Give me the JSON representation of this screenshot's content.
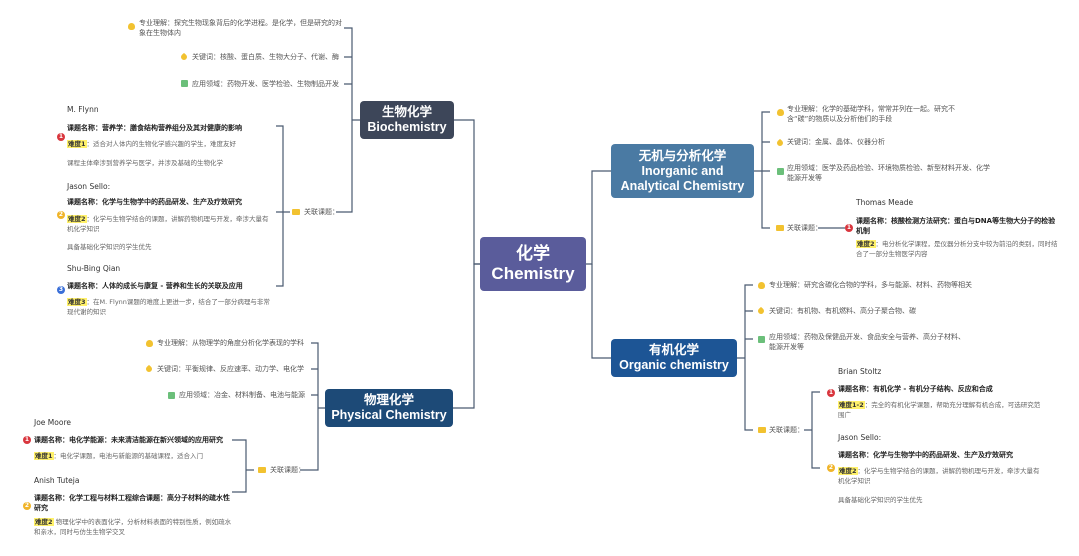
{
  "root": {
    "zh": "化学",
    "en": "Chemistry",
    "color": "#5a5c9b"
  },
  "branches": {
    "biochem": {
      "zh": "生物化学",
      "en": "Biochemistry",
      "color": "#3d4659",
      "understanding": "专业理解：探究生物现象背后的化学进程。是化学，但是研究的对象在生物体内",
      "keywords": "关键词：核酸、蛋白质、生物大分子、代谢、酶",
      "applications": "应用领域：药物开发、医学检验、生物制品开发",
      "related_label": "关联课题：",
      "courses": [
        {
          "teacher": "M. Flynn",
          "title": "课题名称：营养学：膳食结构营养组分及其对健康的影响",
          "difficulty_label": "难度1",
          "difficulty_text": "：适合对人体内的生物化学感兴趣的学生，难度友好",
          "note": "课程主体牵涉到营养学与医学，并涉及基础的生物化学",
          "priority": "1",
          "priority_color": "#d9363e"
        },
        {
          "teacher": "Jason Sello:",
          "title": "课题名称：化学与生物学中的药品研发、生产及疗效研究",
          "difficulty_label": "难度2",
          "difficulty_text": "：化学与生物学结合的课题，讲解药物机理与开发，牵涉大量有机化学知识",
          "note": "具备基础化学知识的学生优先",
          "priority": "2",
          "priority_color": "#f0b429"
        },
        {
          "teacher": "Shu-Bing Qian",
          "title": "课题名称：人体的成长与康复 - 营养和生长的关联及应用",
          "difficulty_label": "难度3",
          "difficulty_text": "：在M. Flynn课题的难度上更进一步，结合了一部分病理与非常现代谢的知识",
          "note": "",
          "priority": "3",
          "priority_color": "#3a6fd8"
        }
      ]
    },
    "inorganic": {
      "zh": "无机与分析化学",
      "en1": "Inorganic and",
      "en2": "Analytical Chemistry",
      "color": "#4a7aa3",
      "understanding": "专业理解：化学的基础学科，常常并列在一起。研究不含“碳”的物质以及分析他们的手段",
      "keywords": "关键词：金属、晶体、仪器分析",
      "applications": "应用领域：医学及药品检验、环境物质检验、新型材料开发、化学能源开发等",
      "related_label": "关联课题：",
      "courses": [
        {
          "teacher": "Thomas Meade",
          "title": "课题名称：核酸检测方法研究：蛋白与DNA等生物大分子的检验机制",
          "difficulty_label": "难度2",
          "difficulty_text": "：电分析化学课程，是仪器分析分支中较为前沿的类别，同时结合了一部分生物医学内容",
          "priority": "1",
          "priority_color": "#d9363e"
        }
      ]
    },
    "organic": {
      "zh": "有机化学",
      "en": "Organic chemistry",
      "color": "#1d5595",
      "understanding": "专业理解：研究含碳化合物的学科，多与能源、材料、药物等相关",
      "keywords": "关键词：有机物、有机燃料、高分子聚合物、碳",
      "applications": "应用领域：药物及保健品开发、食品安全与营养、高分子材料、能源开发等",
      "related_label": "关联课题：",
      "courses": [
        {
          "teacher": "Brian Stoltz",
          "title": "课题名称：有机化学 - 有机分子结构、反应和合成",
          "difficulty_label": "难度1-2",
          "difficulty_text": "：完全的有机化学课题，帮助充分理解有机合成，可选研究范围广",
          "note": "",
          "priority": "1",
          "priority_color": "#d9363e"
        },
        {
          "teacher": "Jason Sello:",
          "title": "课题名称：化学与生物学中的药品研发、生产及疗效研究",
          "difficulty_label": "难度2",
          "difficulty_text": "：化学与生物学结合的课题，讲解药物机理与开发，牵涉大量有机化学知识",
          "note": "具备基础化学知识的学生优先",
          "priority": "2",
          "priority_color": "#f0b429"
        }
      ]
    },
    "physical": {
      "zh": "物理化学",
      "en": "Physical Chemistry",
      "color": "#1d4a77",
      "understanding": "专业理解：从物理学的角度分析化学表现的学科",
      "keywords": "关键词：平衡规律、反应速率、动力学、电化学",
      "applications": "应用领域：冶金、材料制备、电池与能源",
      "related_label": "关联课题：",
      "courses": [
        {
          "teacher": "Joe Moore",
          "title": "课题名称：电化学能源：未来清洁能源在新兴领域的应用研究",
          "difficulty_label": "难度1",
          "difficulty_text": "：电化学课题，电池与新能源的基础课程，适合入门",
          "priority": "1",
          "priority_color": "#d9363e"
        },
        {
          "teacher": "Anish Tuteja",
          "title": "课题名称：化学工程与材料工程综合课题：高分子材料的疏水性研究",
          "difficulty_label": "难度2",
          "difficulty_text": " 物理化学中的表面化学，分析材料表面的特别性质，例如疏水和亲水，同时与仿生生物学交叉",
          "priority": "2",
          "priority_color": "#f0b429"
        }
      ]
    }
  },
  "line_color": "#4a5a70"
}
